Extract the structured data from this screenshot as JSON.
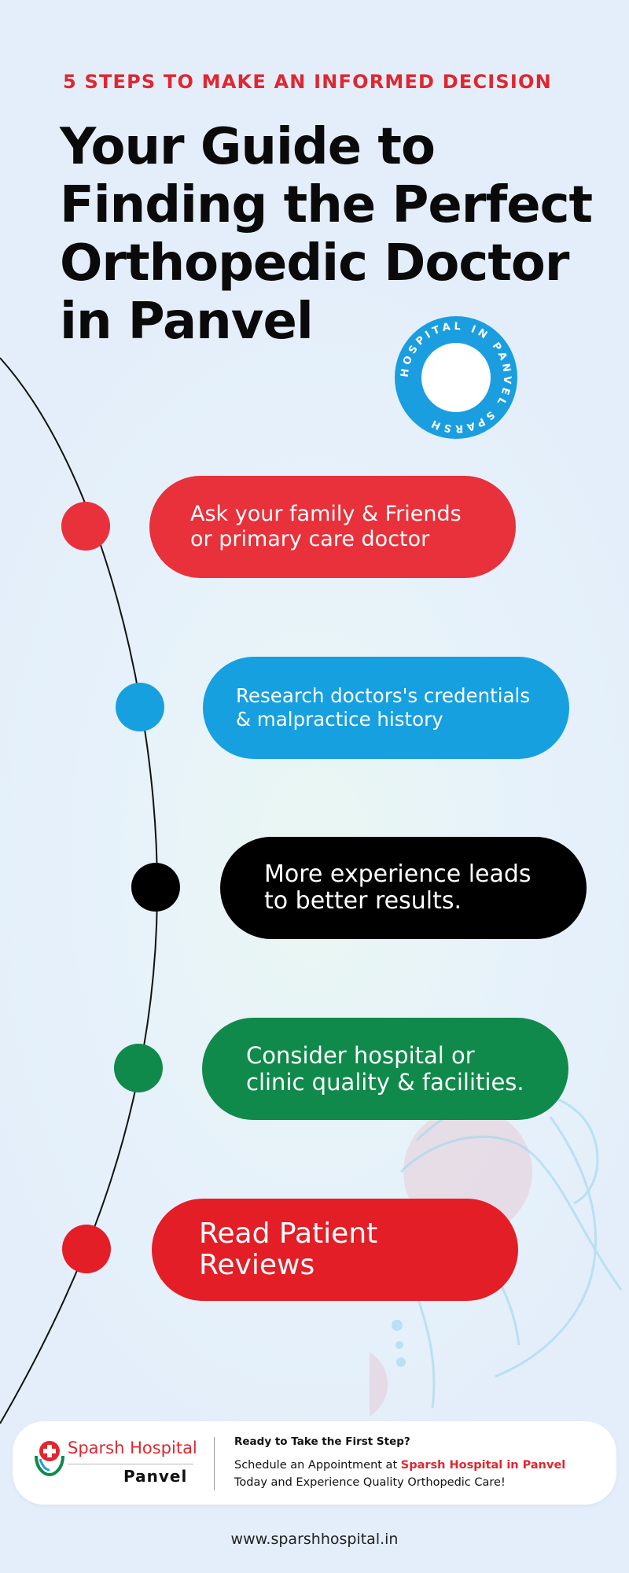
{
  "header": {
    "eyebrow": "5 STEPS TO MAKE AN INFORMED DECISION",
    "title": "Your Guide to Finding the Perfect Orthopedic Doctor in Panvel"
  },
  "badge": {
    "text": "HOSPITAL IN PANVEL SPARSH "
  },
  "steps": [
    {
      "text": "Ask your family & Friends\nor primary care doctor",
      "color": "#e8313b"
    },
    {
      "text": "Research doctors's credentials\n& malpractice history",
      "color": "#16a0e0"
    },
    {
      "text": "More experience leads\nto better results.",
      "color": "#000000"
    },
    {
      "text": "Consider hospital or\nclinic quality & facilities.",
      "color": "#0f8a4a"
    },
    {
      "text": "Read Patient\nReviews",
      "color": "#e31e26"
    }
  ],
  "footer": {
    "logo_name": "Sparsh Hospital",
    "logo_location": "Panvel",
    "cta_heading": "Ready to Take the First Step?",
    "cta_line1_prefix": "Schedule an Appointment at ",
    "cta_line1_highlight": "Sparsh Hospital in Panvel",
    "cta_line2": "Today and Experience Quality Orthopedic Care!",
    "website": "www.sparshhospital.in"
  },
  "colors": {
    "red": "#e0262f",
    "blue": "#16a0e0",
    "green": "#0f8a4a",
    "black": "#000000"
  }
}
